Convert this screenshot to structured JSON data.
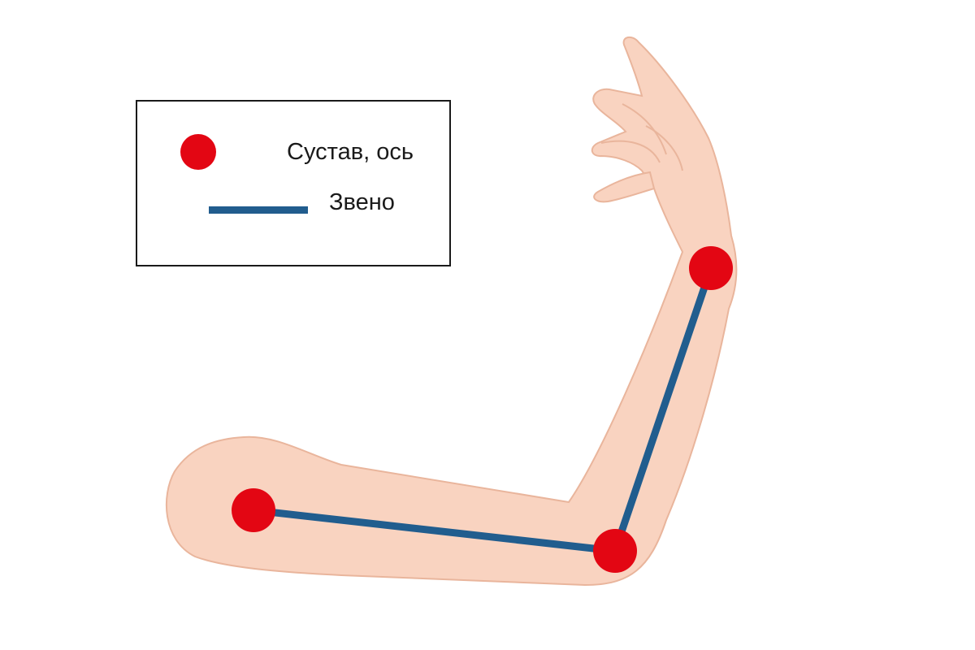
{
  "legend": {
    "joint_label": "Сустав, ось",
    "link_label": "Звено"
  },
  "colors": {
    "skin_fill": "#f9d3c0",
    "skin_stroke": "#e9b59c",
    "joint": "#e30613",
    "link": "#215d8e",
    "legend_border": "#1a1a1a"
  },
  "icons": {
    "joint_marker": "red-circle",
    "link_marker": "blue-bar"
  }
}
